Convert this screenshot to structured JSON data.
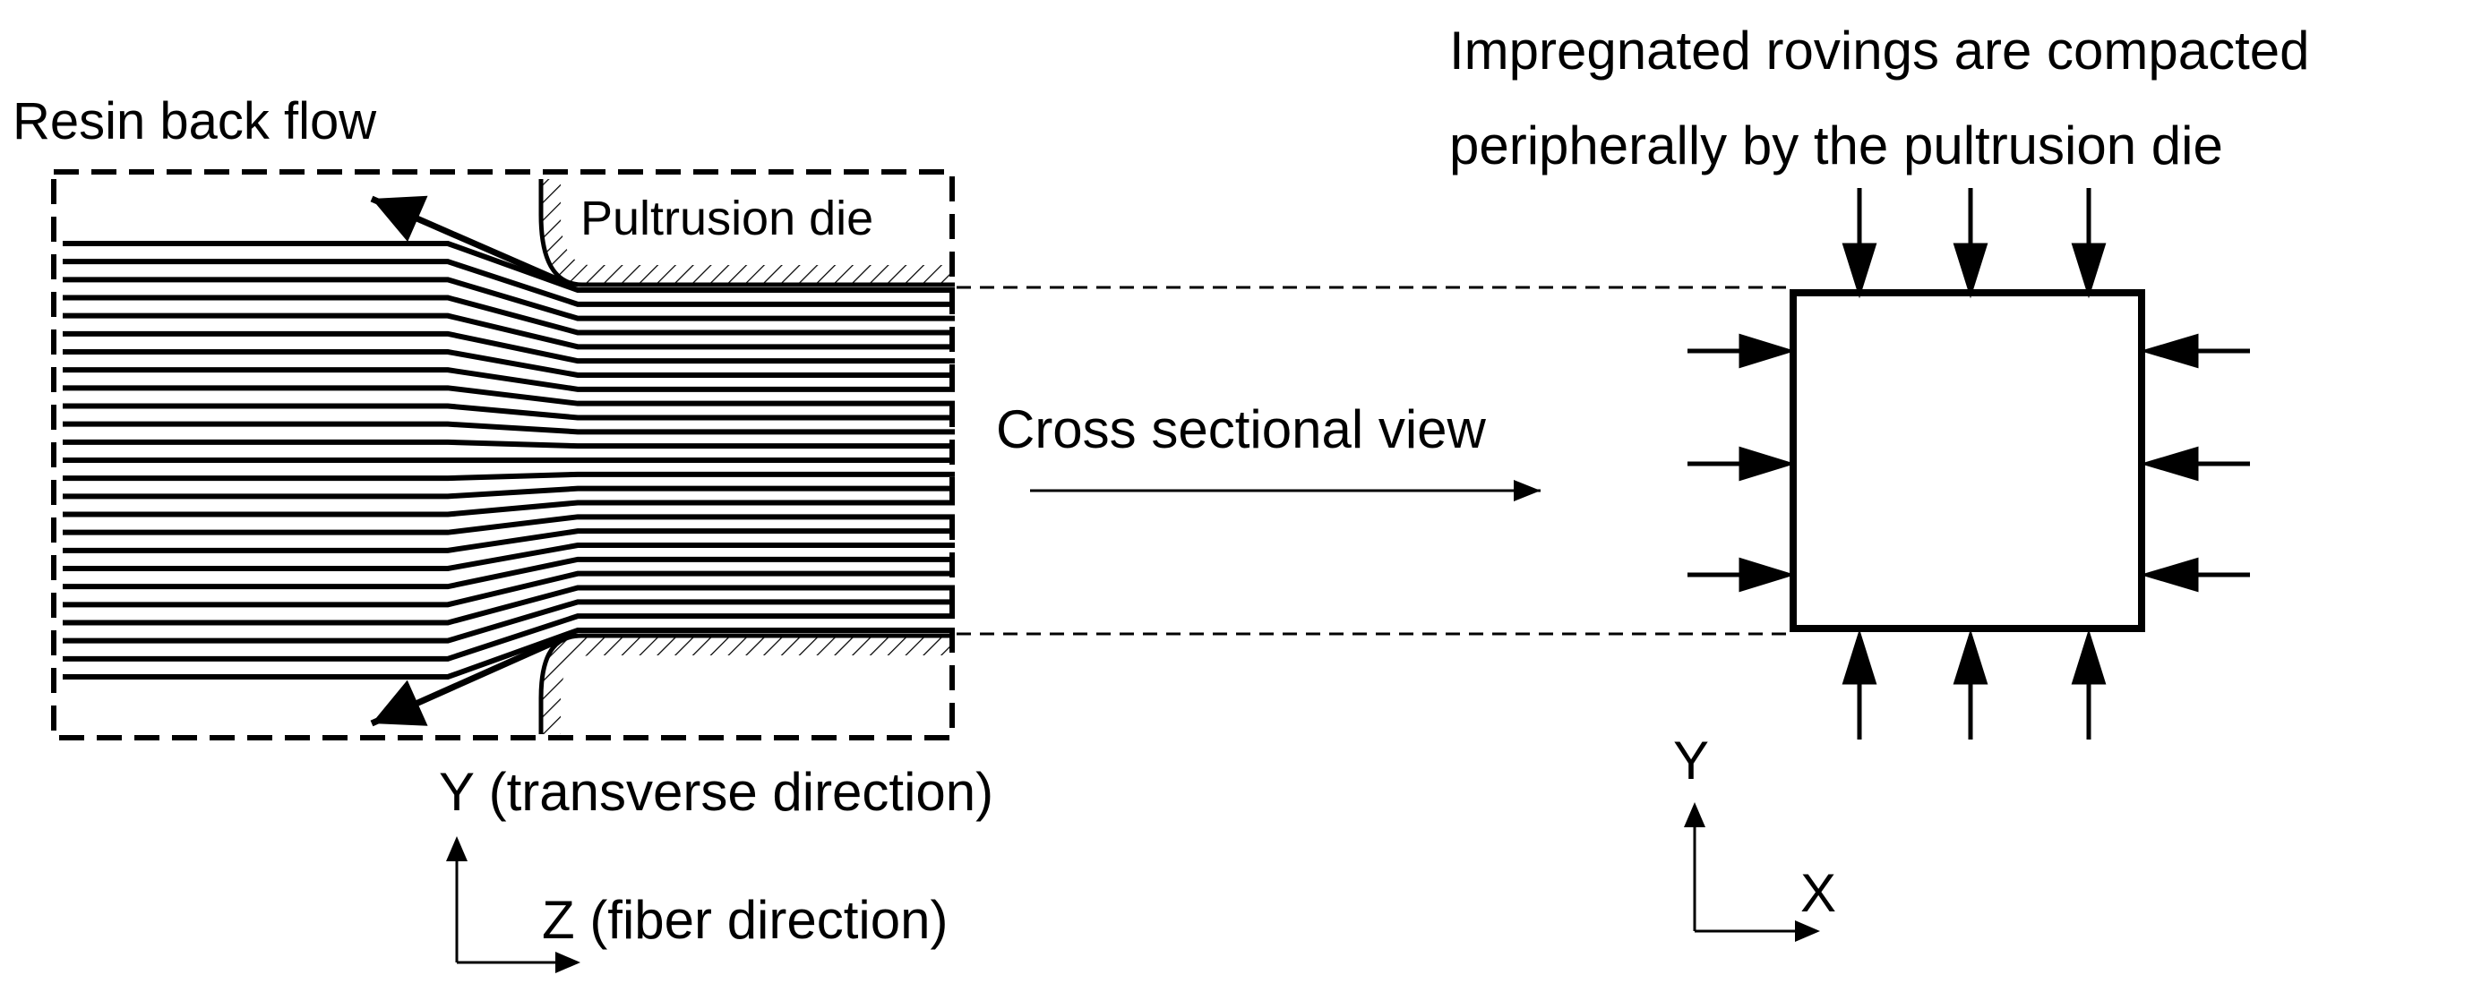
{
  "labels": {
    "resin_back_flow": "Resin back flow",
    "pultrusion_die": "Pultrusion die",
    "compaction_line1": "Impregnated rovings are compacted",
    "compaction_line2": "peripherally by the pultrusion die",
    "cross_sectional_view": "Cross sectional view",
    "left_y_axis": "Y (transverse direction)",
    "left_z_axis": "Z (fiber direction)",
    "right_y_axis": "Y",
    "right_x_axis": "X"
  },
  "roving_count": 25,
  "colors": {
    "ink": "#000000",
    "background": "#ffffff"
  }
}
